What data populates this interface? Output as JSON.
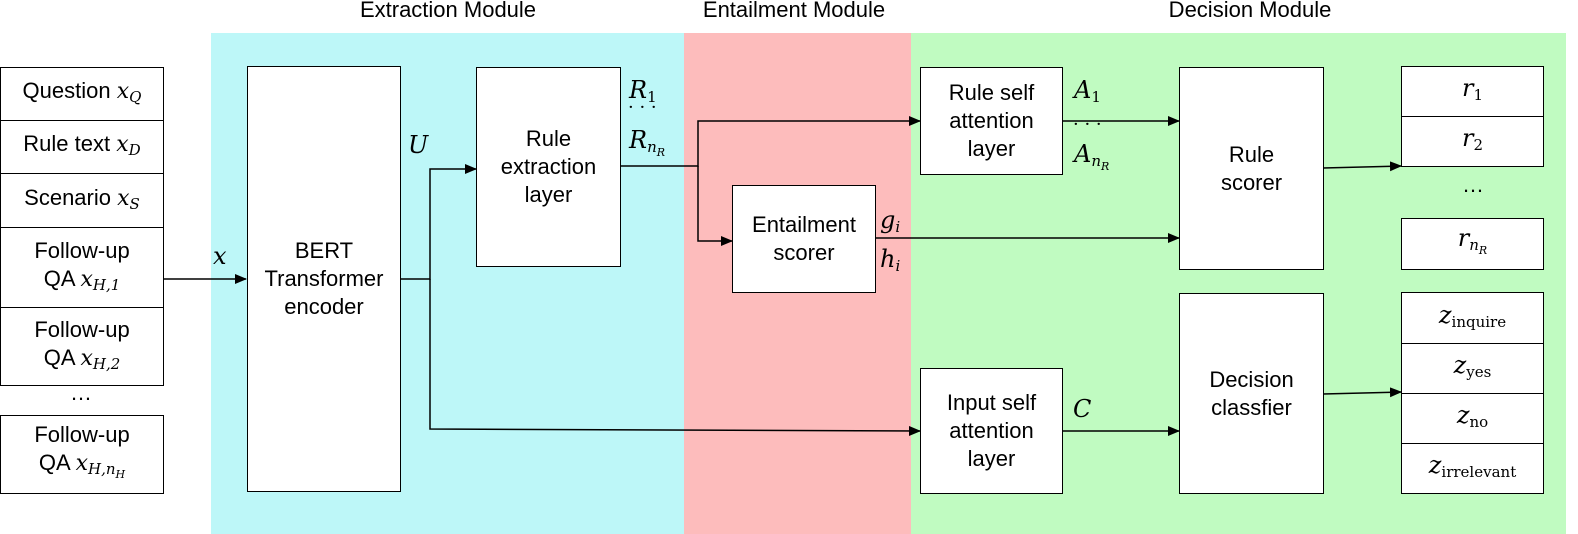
{
  "modules": {
    "extraction": "Extraction Module",
    "entailment": "Entailment Module",
    "decision": "Decision Module"
  },
  "colors": {
    "extraction_bg": "#bdf7f8",
    "entailment_bg": "#fdbcbc",
    "decision_bg": "#c0fbc1"
  },
  "inputs": {
    "question_label": "Question",
    "question_var": "x",
    "question_sub": "Q",
    "rule_text_label": "Rule text",
    "rule_text_var": "x",
    "rule_text_sub": "D",
    "scenario_label": "Scenario",
    "scenario_var": "x",
    "scenario_sub": "S",
    "followup1_label_line1": "Follow-up",
    "followup1_label_line2": "QA",
    "followup1_var": "x",
    "followup1_sub": "H,1",
    "followup2_label_line1": "Follow-up",
    "followup2_label_line2": "QA",
    "followup2_var": "x",
    "followup2_sub": "H,2",
    "ellipsis": "…",
    "followupn_label_line1": "Follow-up",
    "followupn_label_line2": "QA",
    "followupn_var": "x",
    "followupn_sub": "H,n",
    "followupn_subsub": "H"
  },
  "boxes": {
    "bert": "BERT\nTransformer\nencoder",
    "rule_extraction": "Rule\nextraction\nlayer",
    "entailment_scorer": "Entailment\nscorer",
    "rule_self_attention": "Rule self\nattention\nlayer",
    "input_self_attention": "Input self\nattention\nlayer",
    "rule_scorer": "Rule\nscorer",
    "decision_classifier": "Decision\nclassfier"
  },
  "labels": {
    "x": "x",
    "U": "U",
    "R1_var": "R",
    "R1_sub": "1",
    "R_dots": "· · ·",
    "Rn_var": "R",
    "Rn_sub": "n",
    "Rn_subsub": "R",
    "g_var": "g",
    "g_sub": "i",
    "h_var": "h",
    "h_sub": "i",
    "A1_var": "A",
    "A1_sub": "1",
    "A_dots": "· · ·",
    "An_var": "A",
    "An_sub": "n",
    "An_subsub": "R",
    "C": "C"
  },
  "outputs": {
    "r1_var": "r",
    "r1_sub": "1",
    "r2_var": "r",
    "r2_sub": "2",
    "r_ellipsis": "…",
    "rn_var": "r",
    "rn_sub": "n",
    "rn_subsub": "R",
    "z_var": "z",
    "z_inquire": "inquire",
    "z_yes": "yes",
    "z_no": "no",
    "z_irrelevant": "irrelevant"
  }
}
